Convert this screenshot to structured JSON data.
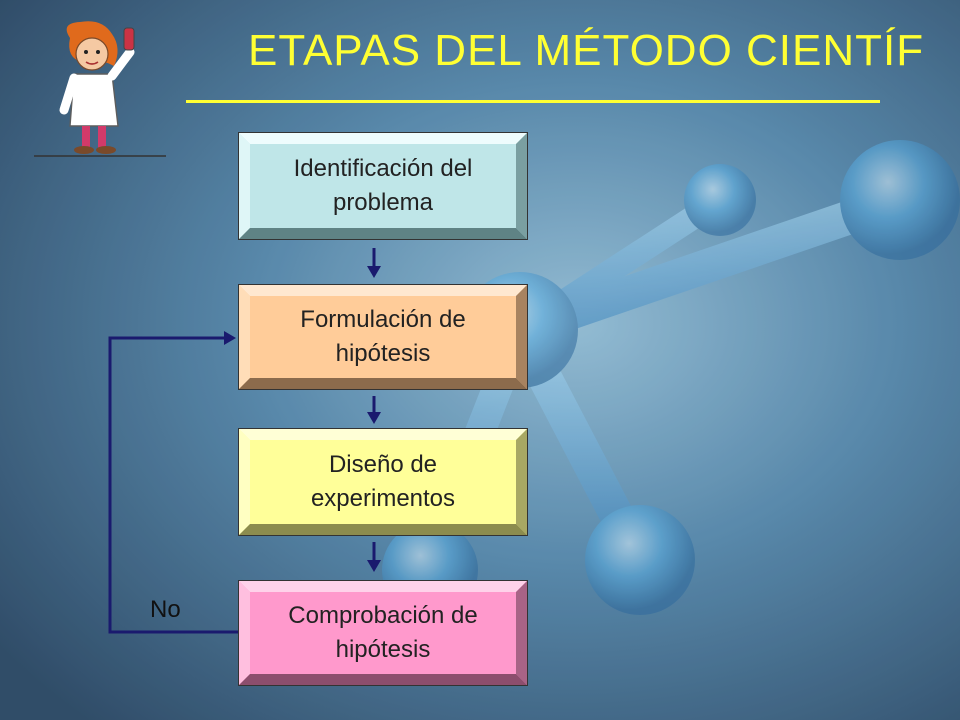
{
  "title": "ETAPAS DEL MÉTODO CIENTÍF",
  "steps": [
    {
      "label": "Identificación del problema",
      "color": "#bfe6e8"
    },
    {
      "label": "Formulación de hipótesis",
      "color": "#ffcc99"
    },
    {
      "label": "Diseño de experimentos",
      "color": "#ffff99"
    },
    {
      "label": "Comprobación de hipótesis",
      "color": "#ff99cc"
    }
  ],
  "feedback_label": "No",
  "colors": {
    "title": "#ffff33",
    "arrow": "#1a1a6e",
    "background": "#3e6f92"
  },
  "icons": [
    "scientist-mascot-icon",
    "arrow-down-icon",
    "feedback-arrow-icon"
  ]
}
